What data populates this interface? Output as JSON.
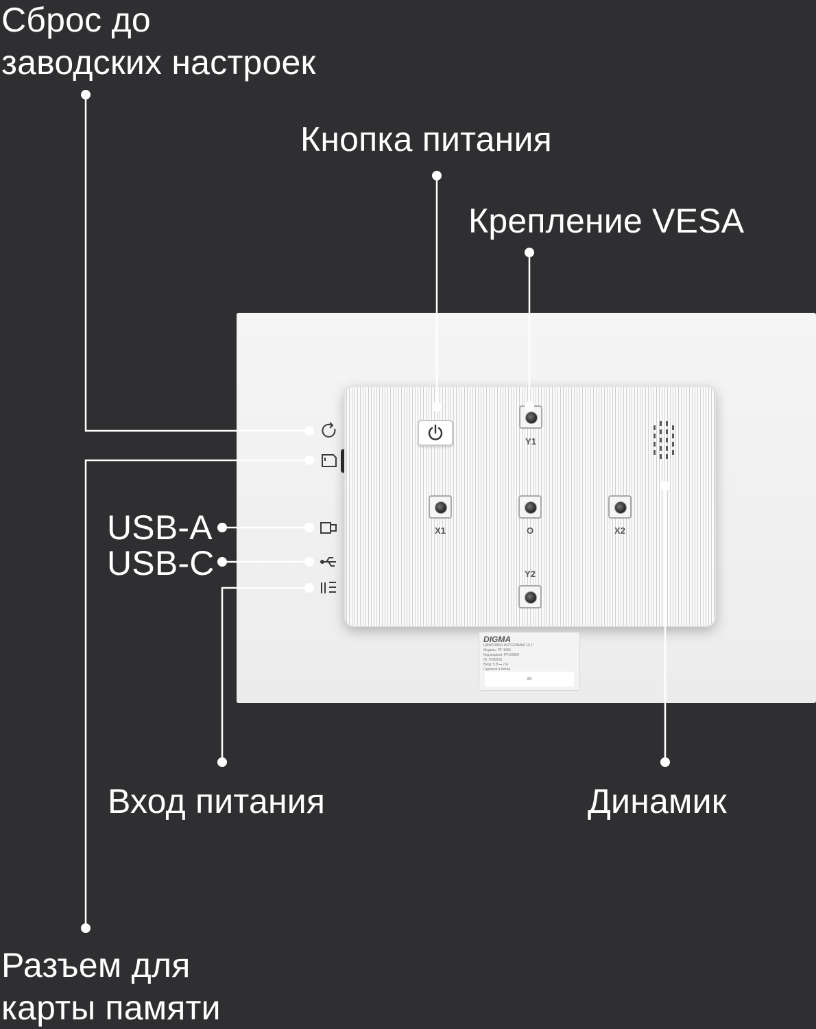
{
  "labels": {
    "reset": [
      "Сброс до",
      "заводских настроек"
    ],
    "power_button": "Кнопка питания",
    "vesa": "Крепление VESA",
    "usb_a": "USB-A",
    "usb_c": "USB-C",
    "power_input": "Вход питания",
    "speaker": "Динамик",
    "card_slot": [
      "Разъем для",
      "карты памяти"
    ]
  },
  "device": {
    "mount_labels": {
      "y1": "Y1",
      "x1": "X1",
      "o": "O",
      "x2": "X2",
      "y2": "Y2"
    },
    "plate": {
      "brand": "DIGMA",
      "lines": [
        "ЦИФРОВАЯ ФОТОРАМКА 10.1\"",
        "Модель: PF-1065",
        "Код модели: PF1065W",
        "ID: 2098256",
        "Вход: 5 В ⎓ 2 А",
        "Сделано в Китае"
      ],
      "sn": "SN"
    },
    "port_icons": [
      "reset-icon",
      "sd-card-icon",
      "usb-a-icon",
      "usb-c-icon",
      "dc-power-icon"
    ]
  },
  "colors": {
    "background": "#2f2f31",
    "text": "#ffffff",
    "frame": "#f1f1f1"
  }
}
